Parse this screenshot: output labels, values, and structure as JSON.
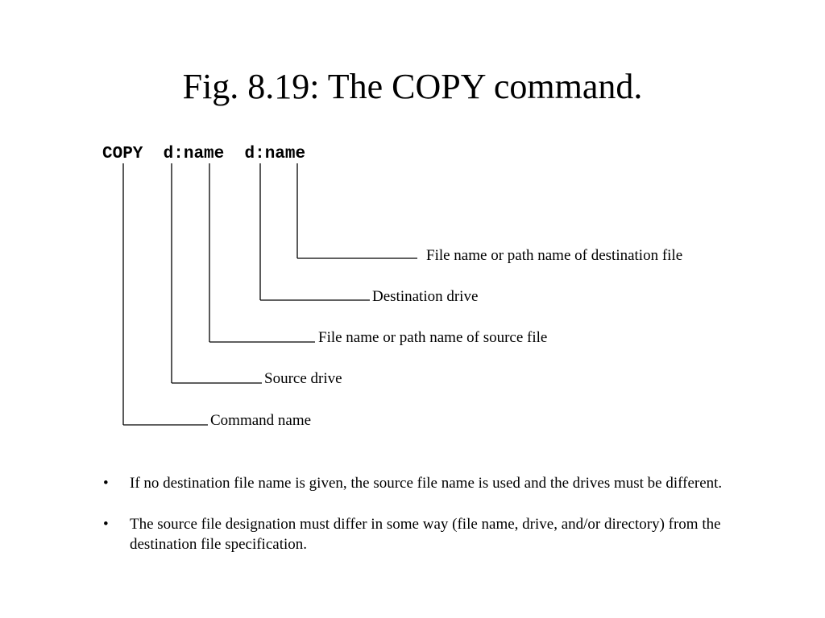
{
  "title": "Fig. 8.19: The COPY command.",
  "syntax": {
    "command": "COPY",
    "source": "d:name",
    "destination": "d:name"
  },
  "labels": {
    "dest_name": "File name or path name of destination file",
    "dest_drive": "Destination drive",
    "source_name": "File name or path name of source file",
    "source_drive": "Source drive",
    "command_name": "Command name"
  },
  "bullet_symbol": "•",
  "notes": [
    "If no destination file name is given, the source file name is used and the drives must be different.",
    "The source file designation must differ in some way (file name, drive, and/or directory) from the destination file specification."
  ]
}
